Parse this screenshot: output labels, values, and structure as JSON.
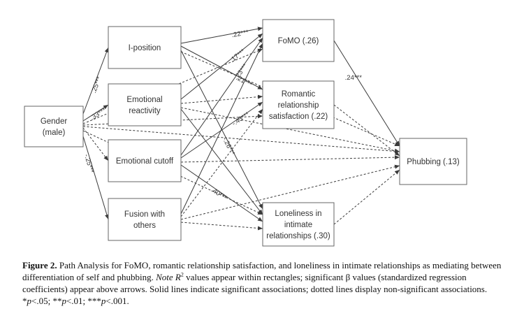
{
  "nodes": {
    "gender": [
      "Gender",
      "(male)"
    ],
    "iposition": [
      "I-position"
    ],
    "emoreact": [
      "Emotional",
      "reactivity"
    ],
    "emocutoff": [
      "Emotional cutoff"
    ],
    "fusion": [
      "Fusion with",
      "others"
    ],
    "fomo": [
      "FoMO (.26)"
    ],
    "romantic": [
      "Romantic",
      "relationship",
      "satisfaction (.22)"
    ],
    "loneliness": [
      "Loneliness in",
      "intimate",
      "relationships (.30)"
    ],
    "phubbing": [
      "Phubbing (.13)"
    ]
  },
  "paths": {
    "significant": [
      {
        "from": "gender",
        "to": "iposition",
        "label": ".25***"
      },
      {
        "from": "gender",
        "to": "emoreact",
        "label": ".33***"
      },
      {
        "from": "gender",
        "to": "fusion",
        "label": "-.25***"
      },
      {
        "from": "iposition",
        "to": "fomo",
        "label": ".22***"
      },
      {
        "from": "emoreact",
        "to": "fomo",
        "label": ".17***"
      },
      {
        "from": "emocutoff",
        "to": "fomo",
        "label": ".23***"
      },
      {
        "from": "iposition",
        "to": "romantic",
        "label": ".21***"
      },
      {
        "from": "emocutoff",
        "to": "romantic",
        "label": "-.43***"
      },
      {
        "from": "iposition",
        "to": "loneliness",
        "label": "-.26***"
      },
      {
        "from": "emocutoff",
        "to": "loneliness",
        "label": ".40***"
      },
      {
        "from": "fomo",
        "to": "phubbing",
        "label": ".24***"
      },
      {
        "from": "emoreact",
        "to": "loneliness",
        "label": ""
      },
      {
        "from": "fusion",
        "to": "fomo",
        "label": ""
      }
    ],
    "nonsignificant": [
      {
        "from": "gender",
        "to": "emocutoff"
      },
      {
        "from": "gender",
        "to": "fomo"
      },
      {
        "from": "gender",
        "to": "romantic"
      },
      {
        "from": "gender",
        "to": "loneliness"
      },
      {
        "from": "gender",
        "to": "phubbing"
      },
      {
        "from": "iposition",
        "to": "phubbing"
      },
      {
        "from": "emoreact",
        "to": "romantic"
      },
      {
        "from": "emoreact",
        "to": "phubbing"
      },
      {
        "from": "emocutoff",
        "to": "phubbing"
      },
      {
        "from": "fusion",
        "to": "romantic"
      },
      {
        "from": "fusion",
        "to": "loneliness"
      },
      {
        "from": "fusion",
        "to": "phubbing"
      },
      {
        "from": "romantic",
        "to": "phubbing"
      },
      {
        "from": "loneliness",
        "to": "phubbing"
      }
    ]
  },
  "caption": {
    "label": "Figure 2.",
    "part1": "Path Analysis for FoMO, romantic relationship satisfaction, and loneliness in intimate relationships as mediating between differentiation of self and phubbing.",
    "note_word": "Note",
    "r_symbol": "R",
    "r_sup": "2",
    "part2": "values appear within rectangles; significant β values (standardized regression coefficients) appear above arrows. Solid lines indicate significant associations; dotted lines display non-significant associations. *",
    "p1": "p",
    "part3": "<.05; **",
    "p2": "p",
    "part4": "<.01; ***",
    "p3": "p",
    "part5": "<.001."
  }
}
